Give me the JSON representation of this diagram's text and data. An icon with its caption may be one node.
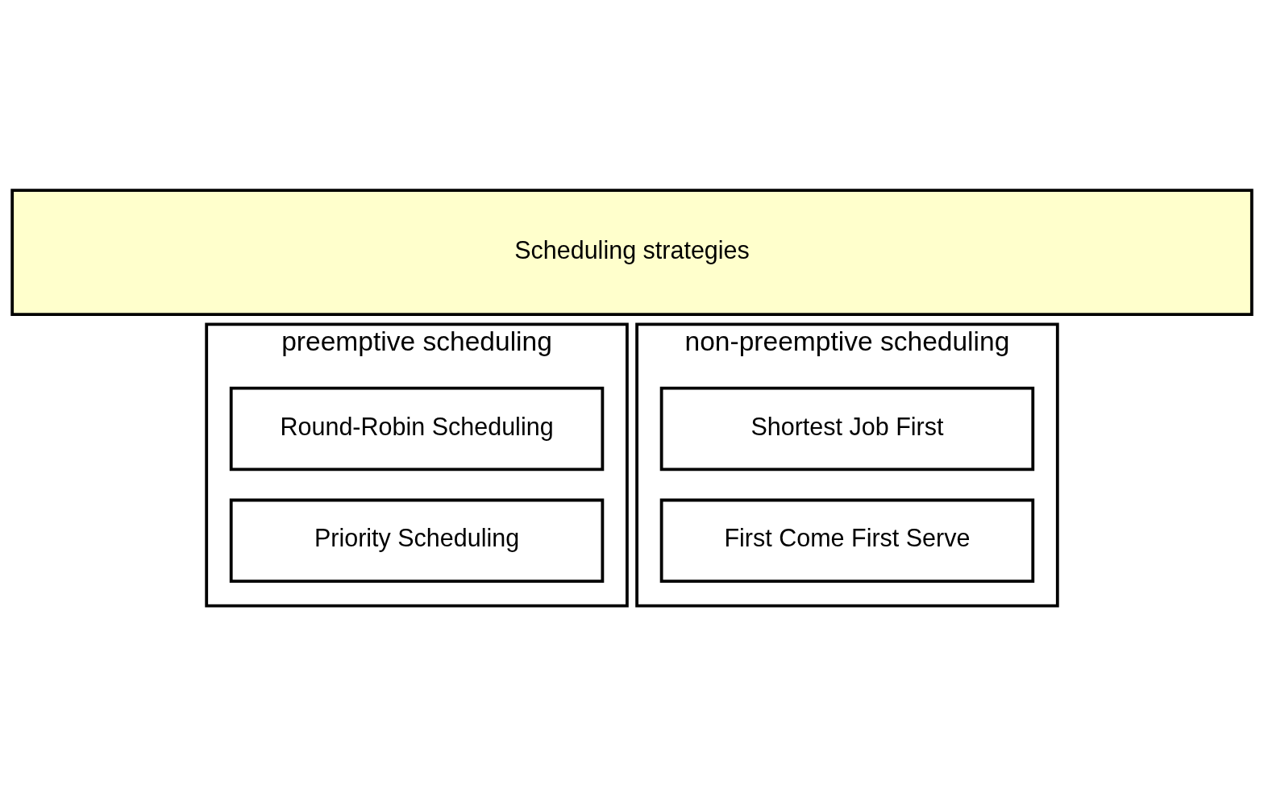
{
  "diagram": {
    "nodes": [
      {
        "text": [
          "Scheduling strategies"
        ]
      },
      {
        "text": [
          "preemptive scheduling"
        ]
      },
      {
        "text": [
          "Round-Robin Scheduling"
        ],
        "in": 1
      },
      {
        "text": [
          "Priority Scheduling"
        ],
        "in": 1
      },
      {
        "text": [
          "non-preemptive scheduling"
        ]
      },
      {
        "text": [
          "Shortest Job First"
        ],
        "in": 4
      },
      {
        "text": [
          "First Come First Serve"
        ],
        "in": 4
      }
    ]
  }
}
